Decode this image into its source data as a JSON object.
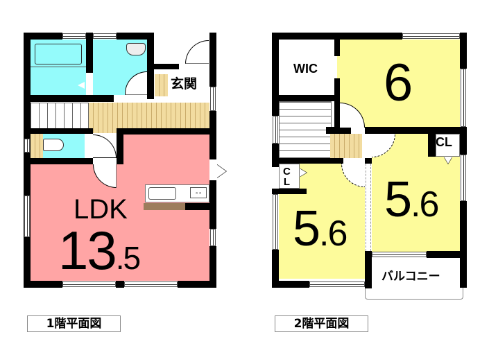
{
  "floor1": {
    "caption": "1階平面図",
    "rooms": {
      "ldk_label": "LDK",
      "ldk_size": "13",
      "ldk_size_decimal": ".5",
      "entrance_label": "玄関"
    }
  },
  "floor2": {
    "caption": "2階平面図",
    "rooms": {
      "wic_label": "WIC",
      "bedroom_north_size": "6",
      "bedroom_sw_size": "5",
      "bedroom_sw_decimal": ".6",
      "bedroom_se_size": "5",
      "bedroom_se_decimal": ".6",
      "closet_east_label": "CL",
      "closet_west_label_top": "C",
      "closet_west_label_bottom": "L",
      "balcony_label": "バルコニー"
    }
  },
  "colors": {
    "ldk": "#ffa5a5",
    "wet_area": "#94fbfb",
    "bedroom": "#fdfb9b",
    "flooring": "#f2dca0",
    "kitchen_counter": "#9c7c5c",
    "wall": "#000000"
  }
}
